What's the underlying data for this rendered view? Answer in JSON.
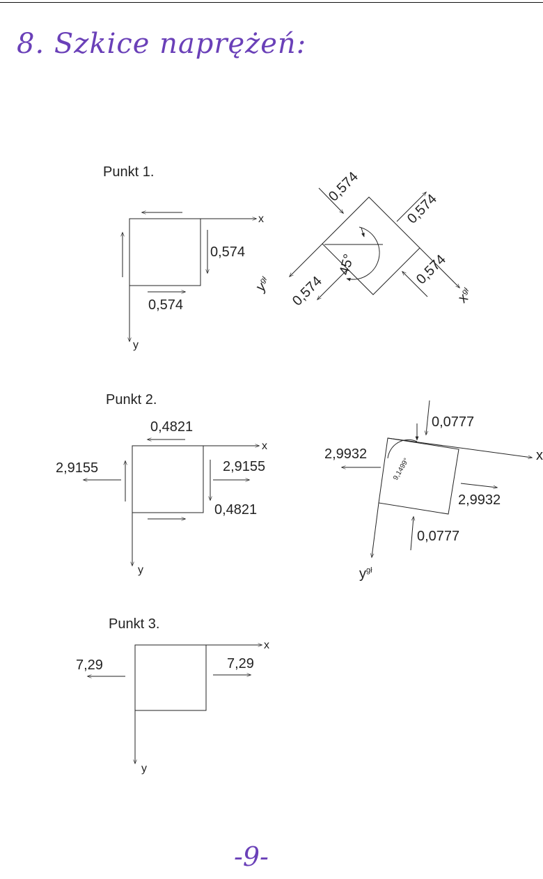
{
  "heading": "8. Szkice naprężeń:",
  "page_number": "-9-",
  "points": [
    {
      "title": "Punkt 1.",
      "axis_x": "x",
      "axis_y": "y",
      "shear_right": "0,574",
      "shear_bottom": "0,574",
      "rotated": {
        "labels": [
          "0,574",
          "0,574",
          "0,574",
          "0,574"
        ],
        "angle": "45°",
        "axis_x": "x",
        "axis_y": "y",
        "axis_sub": "gł"
      }
    },
    {
      "title": "Punkt 2.",
      "axis_x": "x",
      "axis_y": "y",
      "shear_top": "0,4821",
      "shear_right": "0,4821",
      "normal_left": "2,9155",
      "normal_right": "2,9155",
      "rotated": {
        "top": "0,0777",
        "bottom": "0,0777",
        "left": "2,9932",
        "right": "2,9932",
        "angle": "9,1499°",
        "axis_x": "x",
        "axis_y": "y",
        "axis_sub": "gł"
      }
    },
    {
      "title": "Punkt 3.",
      "axis_x": "x",
      "axis_y": "y",
      "normal_left": "7,29",
      "normal_right": "7,29"
    }
  ]
}
